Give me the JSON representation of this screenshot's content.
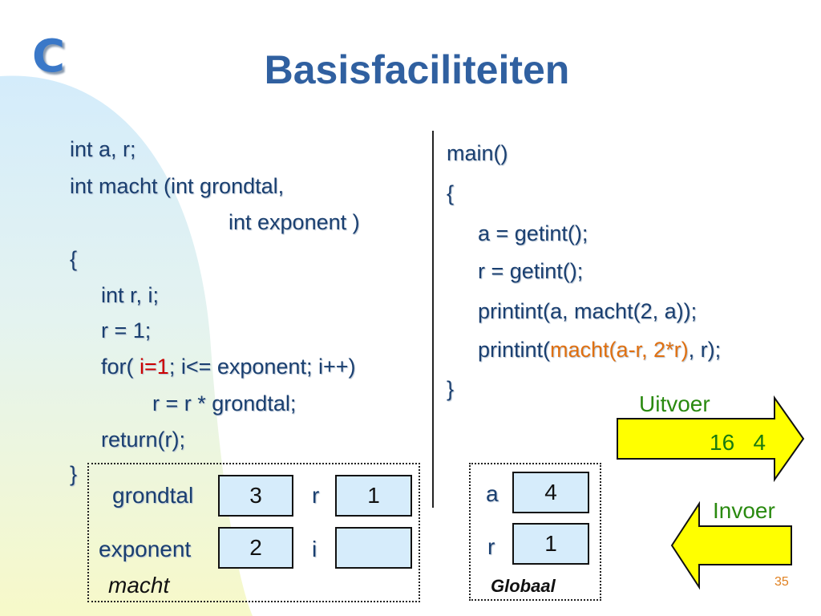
{
  "slide": {
    "logo": "C",
    "title": "Basisfaciliteiten",
    "page_number": "35"
  },
  "left_code": {
    "l1": "int a, r;",
    "l2": "int macht (int grondtal,",
    "l3": "int exponent )",
    "l4": "{",
    "l5": "int r, i;",
    "l6": "r = 1;",
    "l7_pre": "for( ",
    "l7_red": "i=1",
    "l7_post": "; i<= exponent; i++)",
    "l8": "r = r * grondtal;",
    "l9": "return(r);",
    "l10": "}"
  },
  "right_code": {
    "l1": "main()",
    "l2": "{",
    "l3": "a = getint();",
    "l4": "r = getint();",
    "l5": "printint(a, macht(2, a));",
    "l6_pre": "printint(",
    "l6_orange": "macht(a-r, 2*r)",
    "l6_post": ", r);",
    "l7": "}"
  },
  "macht_frame": {
    "caption": "macht",
    "grondtal_label": "grondtal",
    "grondtal_value": "3",
    "r_label": "r",
    "r_value": "1",
    "exponent_label": "exponent",
    "exponent_value": "2",
    "i_label": "i",
    "i_value": ""
  },
  "global_frame": {
    "caption": "Globaal",
    "a_label": "a",
    "a_value": "4",
    "r_label": "r",
    "r_value": "1"
  },
  "output": {
    "label": "Uitvoer",
    "values": "16   4"
  },
  "input": {
    "label": "Invoer"
  },
  "colors": {
    "title": "#3060a0",
    "code": "#1a3f70",
    "highlight_red": "#cc0000",
    "highlight_orange": "#e07010",
    "arrow_fill": "#ffff00",
    "io_label": "#2a8a10",
    "cell_fill": "#d6ecfb"
  }
}
